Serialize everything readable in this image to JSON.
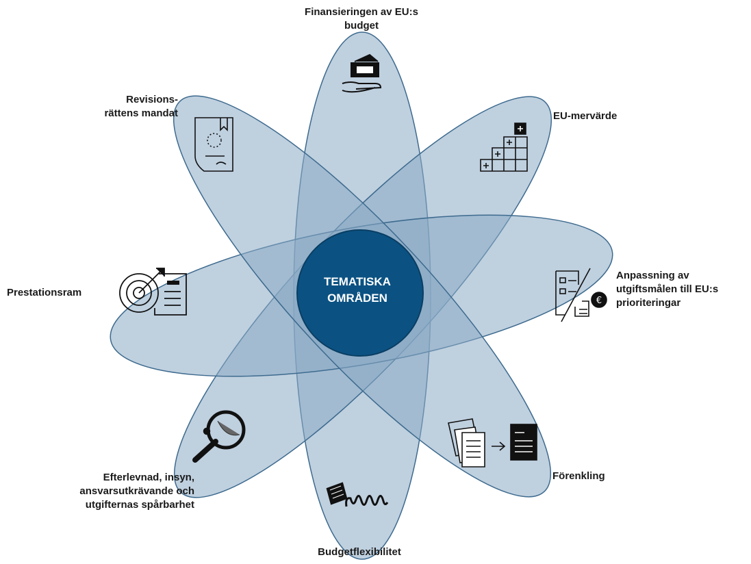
{
  "center": {
    "line1": "TEMATISKA",
    "line2": "OMRÅDEN"
  },
  "petals": [
    {
      "id": "financing",
      "lines": [
        "Finansieringen av EU:s",
        "budget"
      ],
      "icon": "money-hand-icon"
    },
    {
      "id": "added-value",
      "lines": [
        "EU-mervärde"
      ],
      "icon": "stairs-plus-icon"
    },
    {
      "id": "alignment",
      "lines": [
        "Anpassning av",
        "utgiftsmålen till EU:s",
        "prioriteringar"
      ],
      "icon": "checklist-euro-icon"
    },
    {
      "id": "simplification",
      "lines": [
        "Förenkling"
      ],
      "icon": "documents-arrow-icon"
    },
    {
      "id": "flexibility",
      "lines": [
        "Budgetflexibilitet"
      ],
      "icon": "money-spring-icon"
    },
    {
      "id": "compliance",
      "lines": [
        "Efterlevnad, insyn,",
        "ansvarsutkrävande och",
        "utgifternas spårbarhet"
      ],
      "icon": "magnifier-icon"
    },
    {
      "id": "performance",
      "lines": [
        "Prestationsram"
      ],
      "icon": "target-list-icon"
    },
    {
      "id": "mandate",
      "lines": [
        "Revisions-",
        "rättens mandat"
      ],
      "icon": "certificate-icon"
    }
  ],
  "colors": {
    "petal": "#8aaac4",
    "petal_stroke": "#3d6a8e",
    "center": "#0b5283",
    "center_stroke": "#093e63"
  }
}
